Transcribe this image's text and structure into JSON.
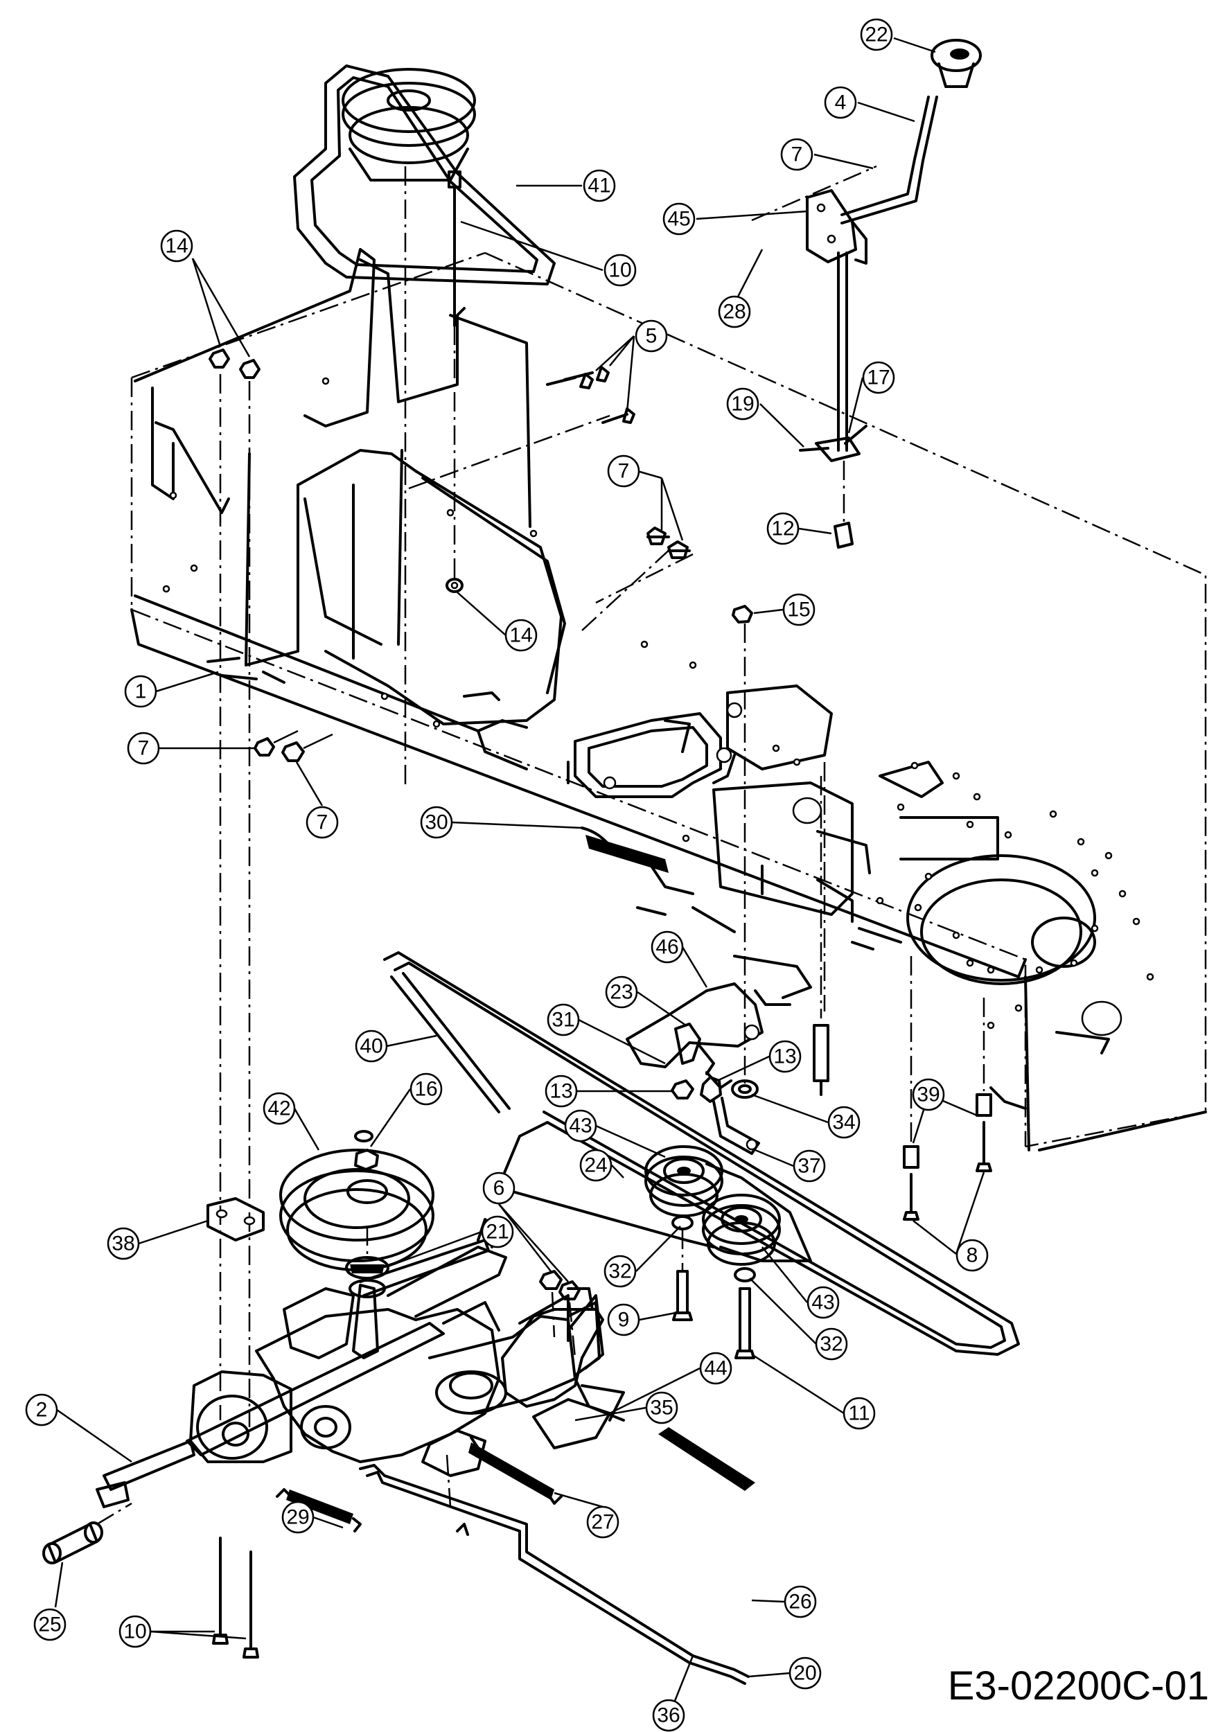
{
  "drawing_code": "E3-02200C-01",
  "callouts": [
    {
      "id": "c22a",
      "label": "22",
      "part": "knob"
    },
    {
      "id": "c4",
      "label": "4",
      "part": "shift-lever"
    },
    {
      "id": "c7a",
      "label": "7",
      "part": "hex-bolt"
    },
    {
      "id": "c45",
      "label": "45",
      "part": "lever-bracket"
    },
    {
      "id": "c28",
      "label": "28",
      "part": "clip"
    },
    {
      "id": "c41",
      "label": "41",
      "part": "engine-belt"
    },
    {
      "id": "c10a",
      "label": "10",
      "part": "long-bolt"
    },
    {
      "id": "c14a",
      "label": "14",
      "part": "locknut"
    },
    {
      "id": "c5",
      "label": "5",
      "part": "screw"
    },
    {
      "id": "c19",
      "label": "19",
      "part": "pin"
    },
    {
      "id": "c17",
      "label": "17",
      "part": "pin"
    },
    {
      "id": "c7b",
      "label": "7",
      "part": "hex-bolt"
    },
    {
      "id": "c12",
      "label": "12",
      "part": "coupler"
    },
    {
      "id": "c14b",
      "label": "14",
      "part": "locknut"
    },
    {
      "id": "c15",
      "label": "15",
      "part": "flange-nut"
    },
    {
      "id": "c1",
      "label": "1",
      "part": "frame"
    },
    {
      "id": "c7c",
      "label": "7",
      "part": "hex-bolt"
    },
    {
      "id": "c7d",
      "label": "7",
      "part": "hex-bolt"
    },
    {
      "id": "c30",
      "label": "30",
      "part": "spring"
    },
    {
      "id": "c46",
      "label": "46",
      "part": "idler-bracket"
    },
    {
      "id": "c23",
      "label": "23",
      "part": "bushing"
    },
    {
      "id": "c31",
      "label": "31",
      "part": "shoulder-bolt"
    },
    {
      "id": "c40",
      "label": "40",
      "part": "drive-belt"
    },
    {
      "id": "c13a",
      "label": "13",
      "part": "nut"
    },
    {
      "id": "c13b",
      "label": "13",
      "part": "nut"
    },
    {
      "id": "c42",
      "label": "42",
      "part": "transmission-pulley"
    },
    {
      "id": "c16",
      "label": "16",
      "part": "pulley-nut"
    },
    {
      "id": "c34",
      "label": "34",
      "part": "spacer"
    },
    {
      "id": "c43a",
      "label": "43",
      "part": "idler-pulley"
    },
    {
      "id": "c39",
      "label": "39",
      "part": "spacer"
    },
    {
      "id": "c37",
      "label": "37",
      "part": "link-rod"
    },
    {
      "id": "c24",
      "label": "24",
      "part": "belt-keeper"
    },
    {
      "id": "c6",
      "label": "6",
      "part": "nut"
    },
    {
      "id": "c21",
      "label": "21",
      "part": "fan"
    },
    {
      "id": "c38",
      "label": "38",
      "part": "spacer-block"
    },
    {
      "id": "c32a",
      "label": "32",
      "part": "washer"
    },
    {
      "id": "c8",
      "label": "8",
      "part": "bolt"
    },
    {
      "id": "c9",
      "label": "9",
      "part": "bolt"
    },
    {
      "id": "c43b",
      "label": "43",
      "part": "idler-pulley"
    },
    {
      "id": "c32b",
      "label": "32",
      "part": "washer"
    },
    {
      "id": "c11",
      "label": "11",
      "part": "bolt"
    },
    {
      "id": "c44",
      "label": "44",
      "part": "idler-arm"
    },
    {
      "id": "c2",
      "label": "2",
      "part": "transaxle"
    },
    {
      "id": "c35",
      "label": "35",
      "part": "idler-bracket"
    },
    {
      "id": "c27",
      "label": "27",
      "part": "spring"
    },
    {
      "id": "c29",
      "label": "29",
      "part": "spring"
    },
    {
      "id": "c25",
      "label": "25",
      "part": "axle-sleeve"
    },
    {
      "id": "c10b",
      "label": "10",
      "part": "long-bolt"
    },
    {
      "id": "c26",
      "label": "26",
      "part": "spring"
    },
    {
      "id": "c20",
      "label": "20",
      "part": "clip"
    },
    {
      "id": "c36",
      "label": "36",
      "part": "brake-rod"
    }
  ]
}
